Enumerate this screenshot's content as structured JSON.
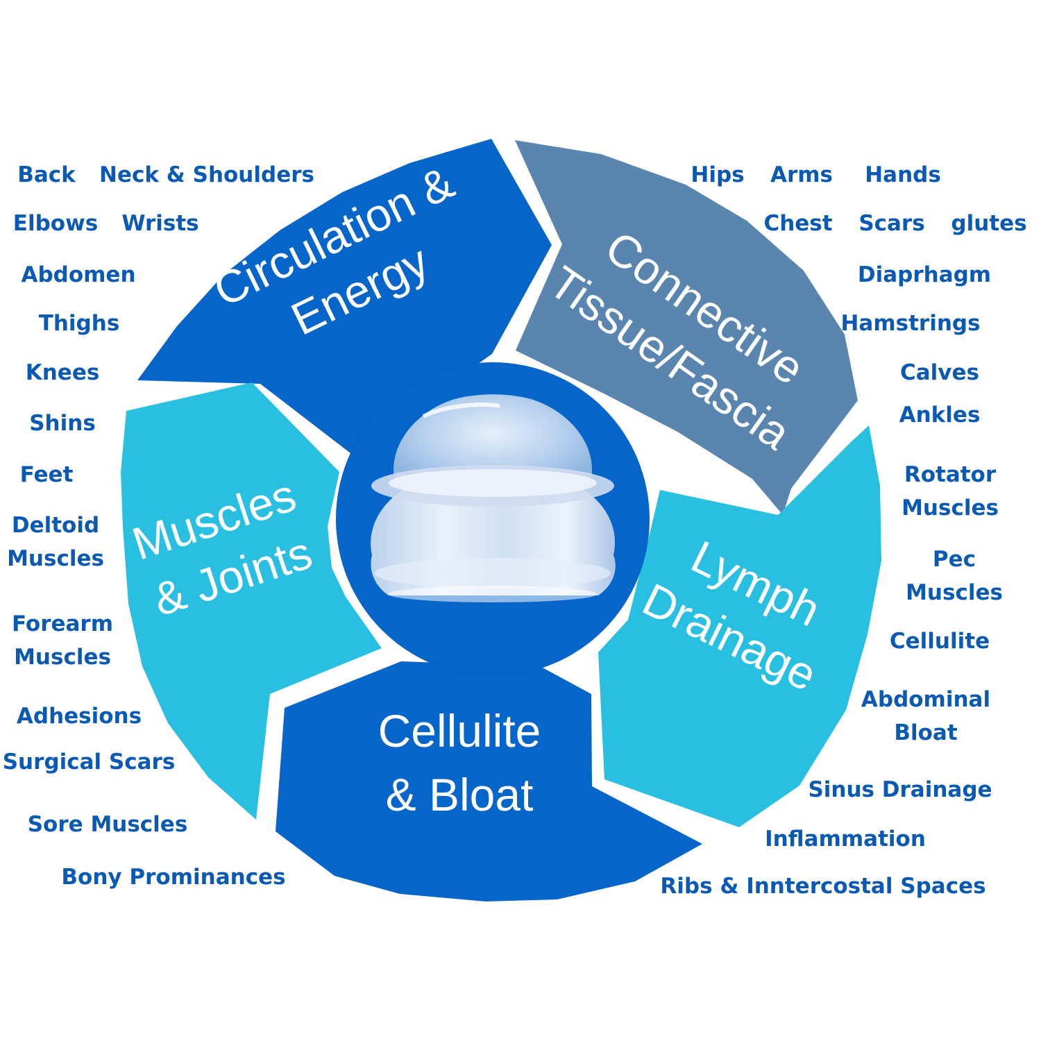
{
  "colors": {
    "dark_blue": "#0565c8",
    "light_blue": "#29bfe0",
    "slate": "#5a85ae",
    "label_text": "#0a5ab3",
    "white": "#ffffff"
  },
  "segments": [
    {
      "id": "circulation",
      "color": "#0565c8",
      "lines": [
        "Circulation &",
        "Energy"
      ]
    },
    {
      "id": "connective",
      "color": "#5a85ae",
      "lines": [
        "Connective",
        "Tissue/Fascia"
      ]
    },
    {
      "id": "lymph",
      "color": "#29bfe0",
      "lines": [
        "Lymph",
        "Drainage"
      ]
    },
    {
      "id": "cellulite",
      "color": "#0565c8",
      "lines": [
        "Cellulite",
        "& Bloat"
      ]
    },
    {
      "id": "muscles",
      "color": "#29bfe0",
      "lines": [
        "Muscles",
        "& Joints"
      ]
    }
  ],
  "center_image": {
    "icon": "silicone-cup-icon"
  },
  "labels": [
    {
      "text": "Back"
    },
    {
      "text": "Neck & Shoulders"
    },
    {
      "text": "Elbows"
    },
    {
      "text": "Wrists"
    },
    {
      "text": "Abdomen"
    },
    {
      "text": "Thighs"
    },
    {
      "text": "Knees"
    },
    {
      "text": "Shins"
    },
    {
      "text": "Feet"
    },
    {
      "text": "Deltoid\nMuscles"
    },
    {
      "text": "Forearm\nMuscles"
    },
    {
      "text": "Adhesions"
    },
    {
      "text": "Surgical Scars"
    },
    {
      "text": "Sore Muscles"
    },
    {
      "text": "Bony Prominances"
    },
    {
      "text": "Hips"
    },
    {
      "text": "Arms"
    },
    {
      "text": "Hands"
    },
    {
      "text": "Chest"
    },
    {
      "text": "Scars"
    },
    {
      "text": "glutes"
    },
    {
      "text": "Diaprhagm"
    },
    {
      "text": "Hamstrings"
    },
    {
      "text": "Calves"
    },
    {
      "text": "Ankles"
    },
    {
      "text": "Rotator\nMuscles"
    },
    {
      "text": "Pec\nMuscles"
    },
    {
      "text": "Cellulite"
    },
    {
      "text": "Abdominal\nBloat"
    },
    {
      "text": "Sinus Drainage"
    },
    {
      "text": "Inflammation"
    },
    {
      "text": "Ribs & Inntercostal Spaces"
    }
  ]
}
